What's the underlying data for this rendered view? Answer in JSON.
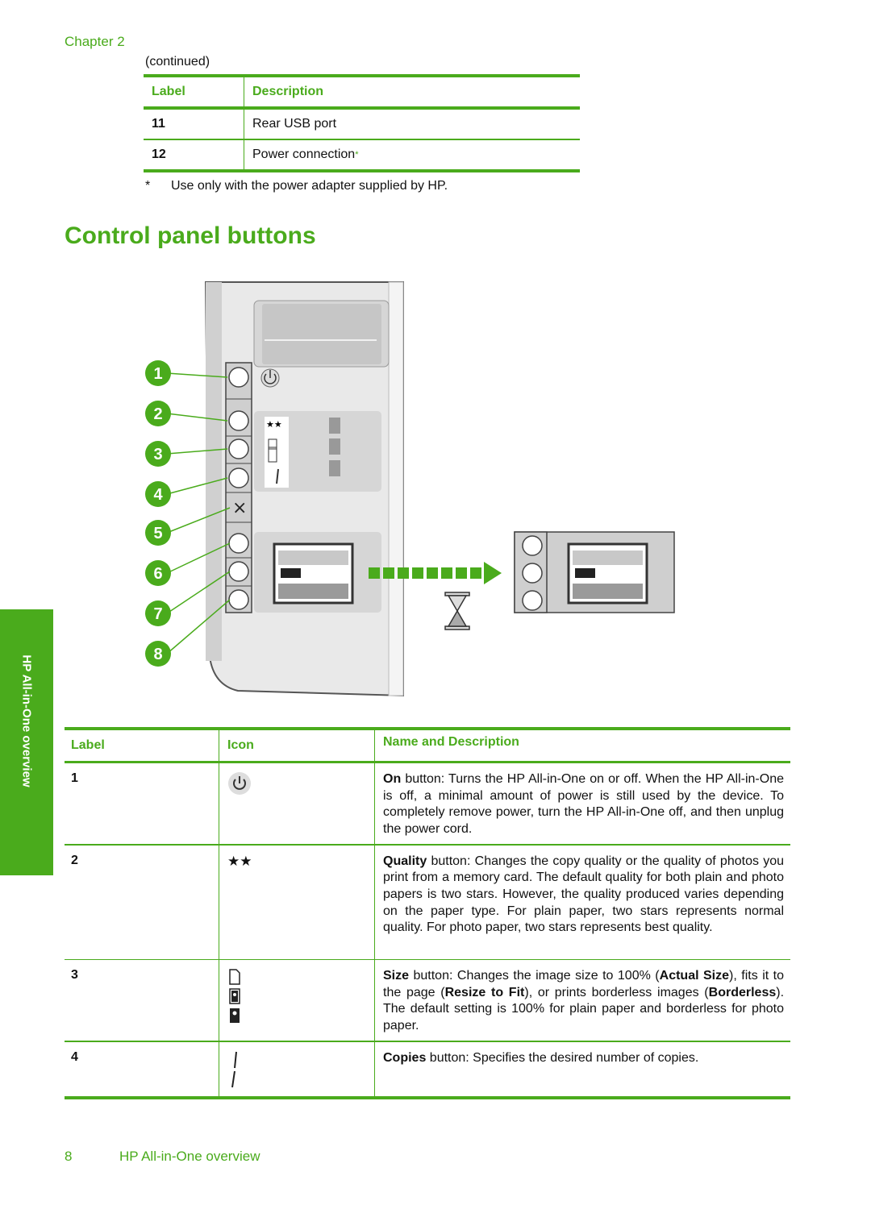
{
  "chapter": "Chapter 2",
  "continued": "(continued)",
  "top_table": {
    "headers": [
      "Label",
      "Description"
    ],
    "rows": [
      {
        "label": "11",
        "description": "Rear USB port"
      },
      {
        "label": "12",
        "description": "Power connection",
        "marker": "*"
      }
    ],
    "footnote_marker": "*",
    "footnote": "Use only with the power adapter supplied by HP."
  },
  "section_title": "Control panel buttons",
  "figure": {
    "callouts": [
      "1",
      "2",
      "3",
      "4",
      "5",
      "6",
      "7",
      "8"
    ]
  },
  "side_tab": "HP All-in-One overview",
  "table": {
    "headers": [
      "Label",
      "Icon",
      "Name and Description"
    ],
    "rows": [
      {
        "label": "1",
        "icon": "power-icon",
        "name": "On",
        "desc": " button: Turns the HP All-in-One on or off. When the HP All-in-One is off, a minimal amount of power is still used by the device. To completely remove power, turn the HP All-in-One off, and then unplug the power cord."
      },
      {
        "label": "2",
        "icon": "two-stars-icon",
        "name": "Quality",
        "desc": " button: Changes the copy quality or the quality of photos you print from a memory card. The default quality for both plain and photo papers is two stars. However, the quality produced varies depending on the paper type. For plain paper, two stars represents normal quality. For photo paper, two stars represents best quality."
      },
      {
        "label": "3",
        "icon": "size-icon",
        "name": "Size",
        "desc_a": " button: Changes the image size to 100% (",
        "bold_a": "Actual Size",
        "desc_b": "), fits it to the page (",
        "bold_b": "Resize to Fit",
        "desc_c": "), or prints borderless images (",
        "bold_c": "Borderless",
        "desc_d": "). The default setting is 100% for plain paper and borderless for photo paper."
      },
      {
        "label": "4",
        "icon": "copies-icon",
        "name": "Copies",
        "desc": " button: Specifies the desired number of copies."
      }
    ]
  },
  "footer": {
    "page": "8",
    "title": "HP All-in-One overview"
  }
}
